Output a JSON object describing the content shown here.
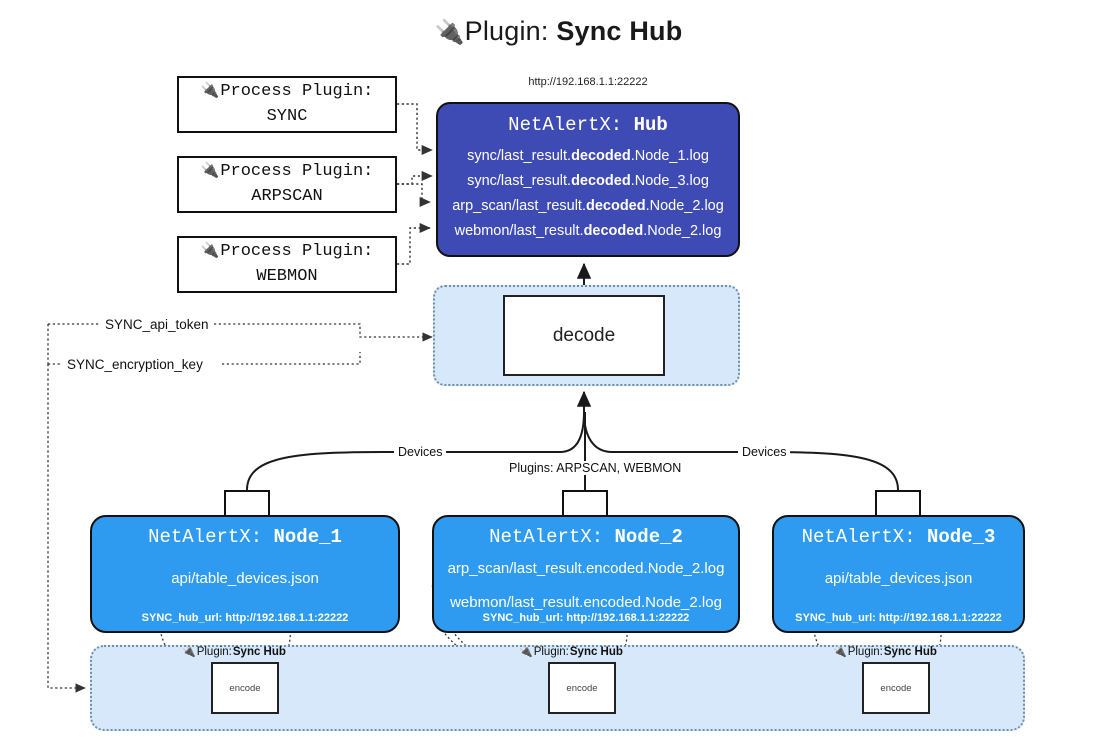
{
  "title": {
    "plug_icon": "🔌",
    "prefix": "Plugin: ",
    "name": "Sync Hub"
  },
  "hub": {
    "url": "http://192.168.1.1:22222",
    "title_prefix": "NetAlertX: ",
    "title_name": "Hub",
    "log_lines": [
      {
        "pre": "sync/last_result.",
        "bold": "decoded",
        "post": ".Node_1.log"
      },
      {
        "pre": "sync/last_result.",
        "bold": "decoded",
        "post": ".Node_3.log"
      },
      {
        "pre": "arp_scan/last_result.",
        "bold": "decoded",
        "post": ".Node_2.log"
      },
      {
        "pre": "webmon/last_result.",
        "bold": "decoded",
        "post": ".Node_2.log"
      }
    ]
  },
  "process_plugins": [
    {
      "icon": "🔌",
      "line1": "Process Plugin:",
      "line2": "SYNC"
    },
    {
      "icon": "🔌",
      "line1": "Process Plugin:",
      "line2": "ARPSCAN"
    },
    {
      "icon": "🔌",
      "line1": "Process Plugin:",
      "line2": "WEBMON"
    }
  ],
  "decode": {
    "label": "decode"
  },
  "settings": {
    "api_token": "SYNC_api_token",
    "encryption_key": "SYNC_encryption_key"
  },
  "edge_labels": {
    "devices_left": "Devices",
    "devices_right": "Devices",
    "plugins_mid": "Plugins: ARPSCAN, WEBMON"
  },
  "nodes": [
    {
      "title_prefix": "NetAlertX: ",
      "title_name": "Node_1",
      "lines": [
        "api/table_devices.json"
      ],
      "footer": "SYNC_hub_url: http://192.168.1.1:22222"
    },
    {
      "title_prefix": "NetAlertX: ",
      "title_name": "Node_2",
      "lines": [
        "arp_scan/last_result.encoded.Node_2.log",
        "webmon/last_result.encoded.Node_2.log"
      ],
      "footer": "SYNC_hub_url: http://192.168.1.1:22222"
    },
    {
      "title_prefix": "NetAlertX: ",
      "title_name": "Node_3",
      "lines": [
        "api/table_devices.json"
      ],
      "footer": "SYNC_hub_url: http://192.168.1.1:22222"
    }
  ],
  "encoders": [
    {
      "icon": "🔌",
      "caption_prefix": "Plugin: ",
      "caption_name": "Sync Hub",
      "label": "encode"
    },
    {
      "icon": "🔌",
      "caption_prefix": "Plugin: ",
      "caption_name": "Sync Hub",
      "label": "encode"
    },
    {
      "icon": "🔌",
      "caption_prefix": "Plugin: ",
      "caption_name": "Sync Hub",
      "label": "encode"
    }
  ],
  "colors": {
    "hub_fill": "#3f4bb5",
    "node_fill": "#2e9bf0",
    "group_fill": "#d6e8fa",
    "group_border": "#6f8fae",
    "stroke": "#111111"
  }
}
